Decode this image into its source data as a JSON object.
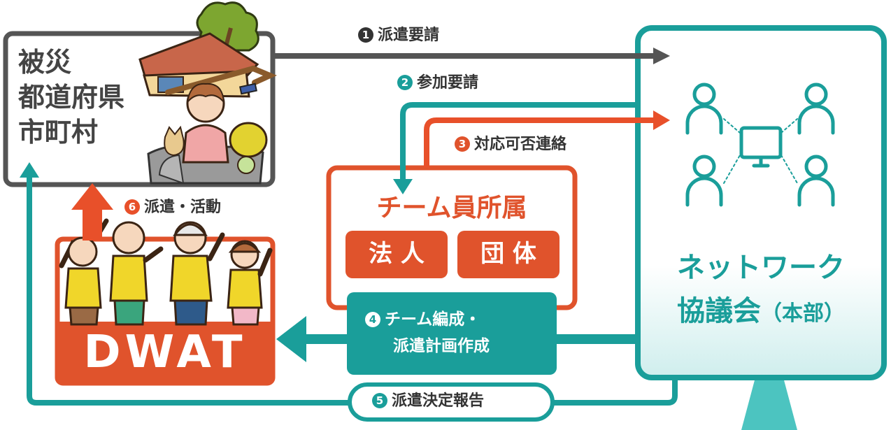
{
  "nodes": {
    "affected": {
      "lines": [
        "被災",
        "都道府県",
        "市町村"
      ]
    },
    "member_org": {
      "title": "チーム員所属",
      "tag_1": "法 人",
      "tag_2": "団 体"
    },
    "dwat": {
      "label": "DWAT"
    },
    "network": {
      "title_1": "ネットワーク",
      "title_2": "協議会",
      "title_suffix": "（本部）"
    }
  },
  "steps": {
    "s1": {
      "num": "1",
      "label": "派遣要請"
    },
    "s2": {
      "num": "2",
      "label": "参加要請"
    },
    "s3": {
      "num": "3",
      "label": "対応可否連絡"
    },
    "s4": {
      "num": "4",
      "line_1": "チーム編成・",
      "line_2": "派遣計画作成"
    },
    "s5": {
      "num": "5",
      "label": "派遣決定報告"
    },
    "s6": {
      "num": "6",
      "label": "派遣・活動"
    }
  },
  "icons": [
    "disaster-house-illustration",
    "dwat-team-illustration",
    "network-people-computer-icon"
  ],
  "colors": {
    "gray": "#555555",
    "teal": "#1a9e9a",
    "red": "#e0532c",
    "orange": "#e8502a"
  }
}
